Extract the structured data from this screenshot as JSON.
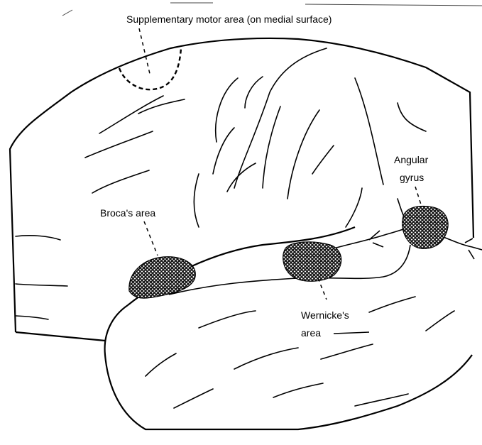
{
  "diagram": {
    "labels": {
      "supplementary_motor_area": "Supplementary motor area (on medial surface)",
      "angular_gyrus_line1": "Angular",
      "angular_gyrus_line2": "gyrus",
      "brocas_area": "Broca's area",
      "wernickes_area_line1": "Wernicke's",
      "wernickes_area_line2": "area"
    },
    "colors": {
      "ink": "#000000",
      "background": "#ffffff",
      "hatch": "#1a1a1a"
    }
  }
}
